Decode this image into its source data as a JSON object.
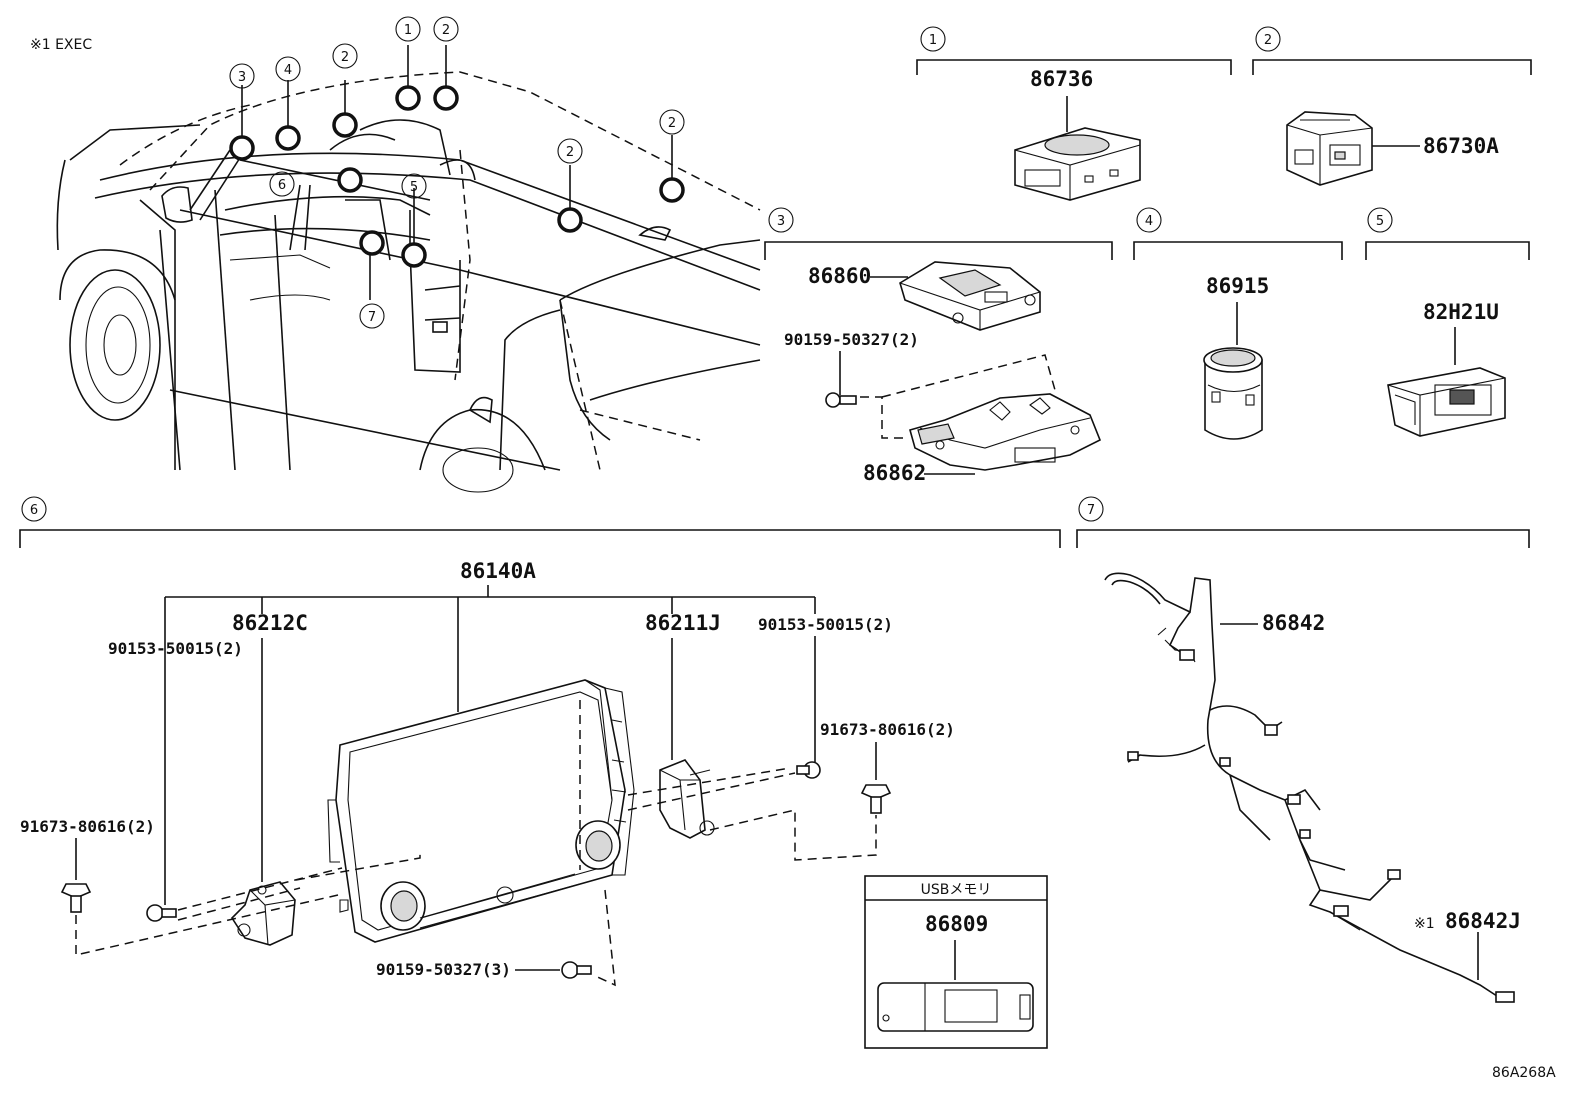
{
  "note": "※1 EXEC",
  "drawing_code": "86A268A",
  "groups": {
    "g1": {
      "num": "1"
    },
    "g2": {
      "num": "2"
    },
    "g3": {
      "num": "3"
    },
    "g4": {
      "num": "4"
    },
    "g5": {
      "num": "5"
    },
    "g6": {
      "num": "6"
    },
    "g7": {
      "num": "7"
    }
  },
  "car_callouts": [
    "1",
    "2",
    "2",
    "2",
    "2",
    "3",
    "4",
    "5",
    "6",
    "7"
  ],
  "parts": {
    "p86736": "86736",
    "p86730A": "86730A",
    "p86860": "86860",
    "p90159_2": "90159-50327(2)",
    "p86862": "86862",
    "p86915": "86915",
    "p82H21U": "82H21U",
    "p86140A": "86140A",
    "p86212C": "86212C",
    "p86211J": "86211J",
    "p90153_left": "90153-50015(2)",
    "p90153_right": "90153-50015(2)",
    "p91673_left": "91673-80616(2)",
    "p91673_right": "91673-80616(2)",
    "p90159_3": "90159-50327(3)",
    "p86842": "86842",
    "p86842J_mark": "※1",
    "p86842J": "86842J",
    "usb_title": "USBメモリ",
    "p86809": "86809"
  }
}
